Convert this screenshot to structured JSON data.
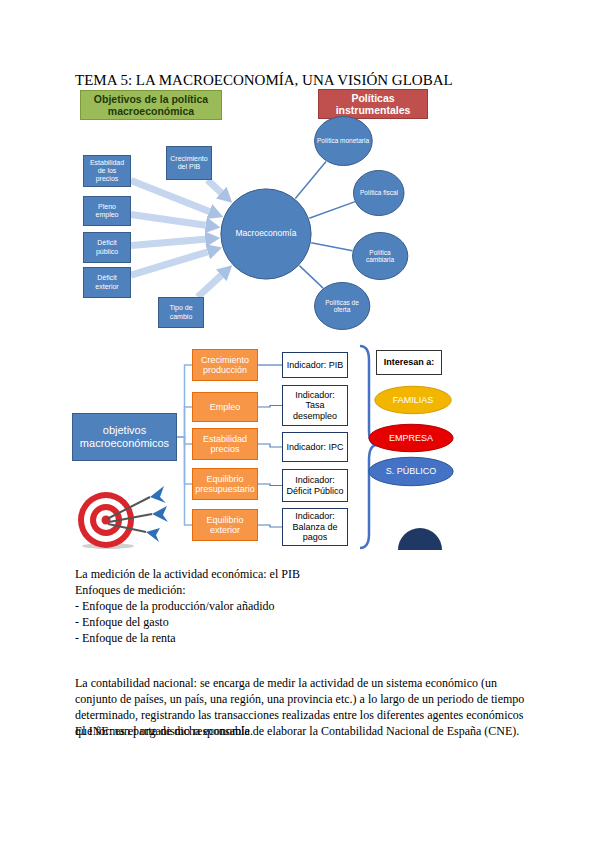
{
  "diagram": {
    "title": "TEMA 5: LA MACROECONOMÍA, UNA VISIÓN GLOBAL",
    "nodes": [
      {
        "text": [
          "Objetivos de la política macroeconómica"
        ]
      },
      {
        "text": [
          "Políticas instrumentales"
        ]
      },
      {
        "text": [
          "Estabilidad de los precios"
        ]
      },
      {
        "text": [
          "Pleno empleo"
        ]
      },
      {
        "text": [
          "Déficit público"
        ]
      },
      {
        "text": [
          "Déficit exterior"
        ]
      },
      {
        "text": [
          "Crecimiento del PIB"
        ]
      },
      {
        "text": [
          "Tipo de cambio"
        ]
      },
      {
        "text": [
          "Macroeconomía"
        ]
      },
      {
        "text": [
          "Política monetaria"
        ]
      },
      {
        "text": [
          "Política fiscal"
        ]
      },
      {
        "text": [
          "Política cambiaria"
        ]
      },
      {
        "text": [
          "Políticas de oferta"
        ]
      },
      {
        "text": [
          "objetivos macroeconómicos"
        ]
      },
      {
        "text": [
          "Crecimiento producción"
        ]
      },
      {
        "text": [
          "Empleo"
        ]
      },
      {
        "text": [
          "Estabilidad precios"
        ]
      },
      {
        "text": [
          "Equilibrio presupuestario"
        ]
      },
      {
        "text": [
          "Equilibrio exterior"
        ]
      },
      {
        "text": [
          "Indicador: PIB"
        ]
      },
      {
        "text": [
          "Indicador: Tasa desempleo"
        ]
      },
      {
        "text": [
          "Indicador: IPC"
        ]
      },
      {
        "text": [
          "Indicador: Déficit Público"
        ]
      },
      {
        "text": [
          "Indicador: Balanza de pagos"
        ]
      },
      {
        "text": [
          "Interesan a:"
        ]
      },
      {
        "text": [
          "FAMILIAS"
        ]
      },
      {
        "text": [
          "EMPRESA"
        ]
      },
      {
        "text": [
          "S. PÚBLICO"
        ]
      }
    ],
    "edges": [
      {
        "from": 2,
        "to": 8,
        "arrow": "to"
      },
      {
        "from": 3,
        "to": 8,
        "arrow": "to"
      },
      {
        "from": 4,
        "to": 8,
        "arrow": "to"
      },
      {
        "from": 5,
        "to": 8,
        "arrow": "to"
      },
      {
        "from": 6,
        "to": 8,
        "arrow": "to"
      },
      {
        "from": 7,
        "to": 8,
        "arrow": "to"
      },
      {
        "from": 8,
        "to": 9,
        "arrow": "none"
      },
      {
        "from": 8,
        "to": 10,
        "arrow": "none"
      },
      {
        "from": 8,
        "to": 11,
        "arrow": "none"
      },
      {
        "from": 8,
        "to": 12,
        "arrow": "none"
      },
      {
        "from": 13,
        "to": 14,
        "arrow": "none"
      },
      {
        "from": 13,
        "to": 15,
        "arrow": "none"
      },
      {
        "from": 13,
        "to": 16,
        "arrow": "none"
      },
      {
        "from": 13,
        "to": 17,
        "arrow": "none"
      },
      {
        "from": 13,
        "to": 18,
        "arrow": "none"
      },
      {
        "from": 14,
        "to": 19,
        "arrow": "none"
      },
      {
        "from": 15,
        "to": 20,
        "arrow": "none"
      },
      {
        "from": 16,
        "to": 21,
        "arrow": "none"
      },
      {
        "from": 17,
        "to": 22,
        "arrow": "none"
      },
      {
        "from": 18,
        "to": 23,
        "arrow": "none"
      }
    ],
    "labels": [
      "La medición de la actividad económica: el PIB",
      "Enfoques de medición:",
      "- Enfoque de la producción/valor añadido",
      "- Enfoque del gasto",
      "- Enfoque de la renta",
      "La contabilidad nacional: se encarga de medir la actividad de un sistema económico (un conjunto de países, un país, una región, una provincia etc.) a lo largo de un periodo de tiempo determinado, registrando las transacciones realizadas entre los diferentes agentes económicos que forman parte de dicha economía.",
      "El INE: es el organismo responsable de elaborar la Contabilidad Nacional de España (CNE)."
    ]
  }
}
